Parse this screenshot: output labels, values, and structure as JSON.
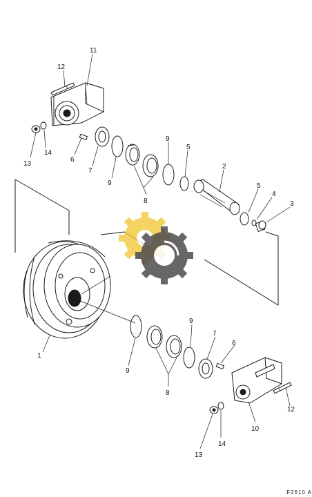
{
  "callouts": {
    "c1": "1",
    "c2": "2",
    "c3": "3",
    "c4": "4",
    "c5a": "5",
    "c5b": "5",
    "c6a": "6",
    "c6b": "6",
    "c7a": "7",
    "c7b": "7",
    "c8a": "8",
    "c8b": "8",
    "c9a": "9",
    "c9b": "9",
    "c9c": "9",
    "c9d": "9",
    "c10": "10",
    "c11": "11",
    "c12a": "12",
    "c12b": "12",
    "c13a": "13",
    "c13b": "13",
    "c14a": "14",
    "c14b": "14"
  },
  "footer": "F2610 A",
  "watermark_colors": {
    "front_gear": "#4d4d4d",
    "back_gear": "#f2c530"
  }
}
